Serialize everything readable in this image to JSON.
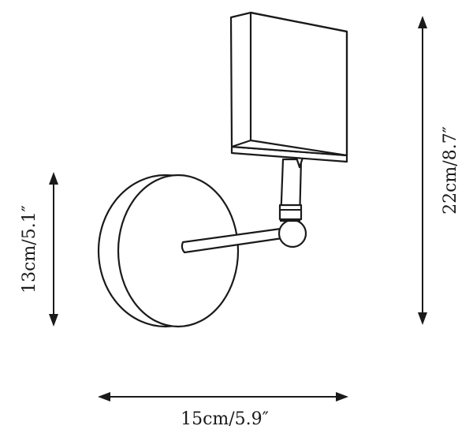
{
  "dimensions": {
    "width_label": "15cm/5.9″",
    "height_label": "22cm/8.7″",
    "backplate_label": "13cm/5.1″"
  },
  "colors": {
    "ink": "#1a1a1a",
    "background": "#ffffff"
  }
}
